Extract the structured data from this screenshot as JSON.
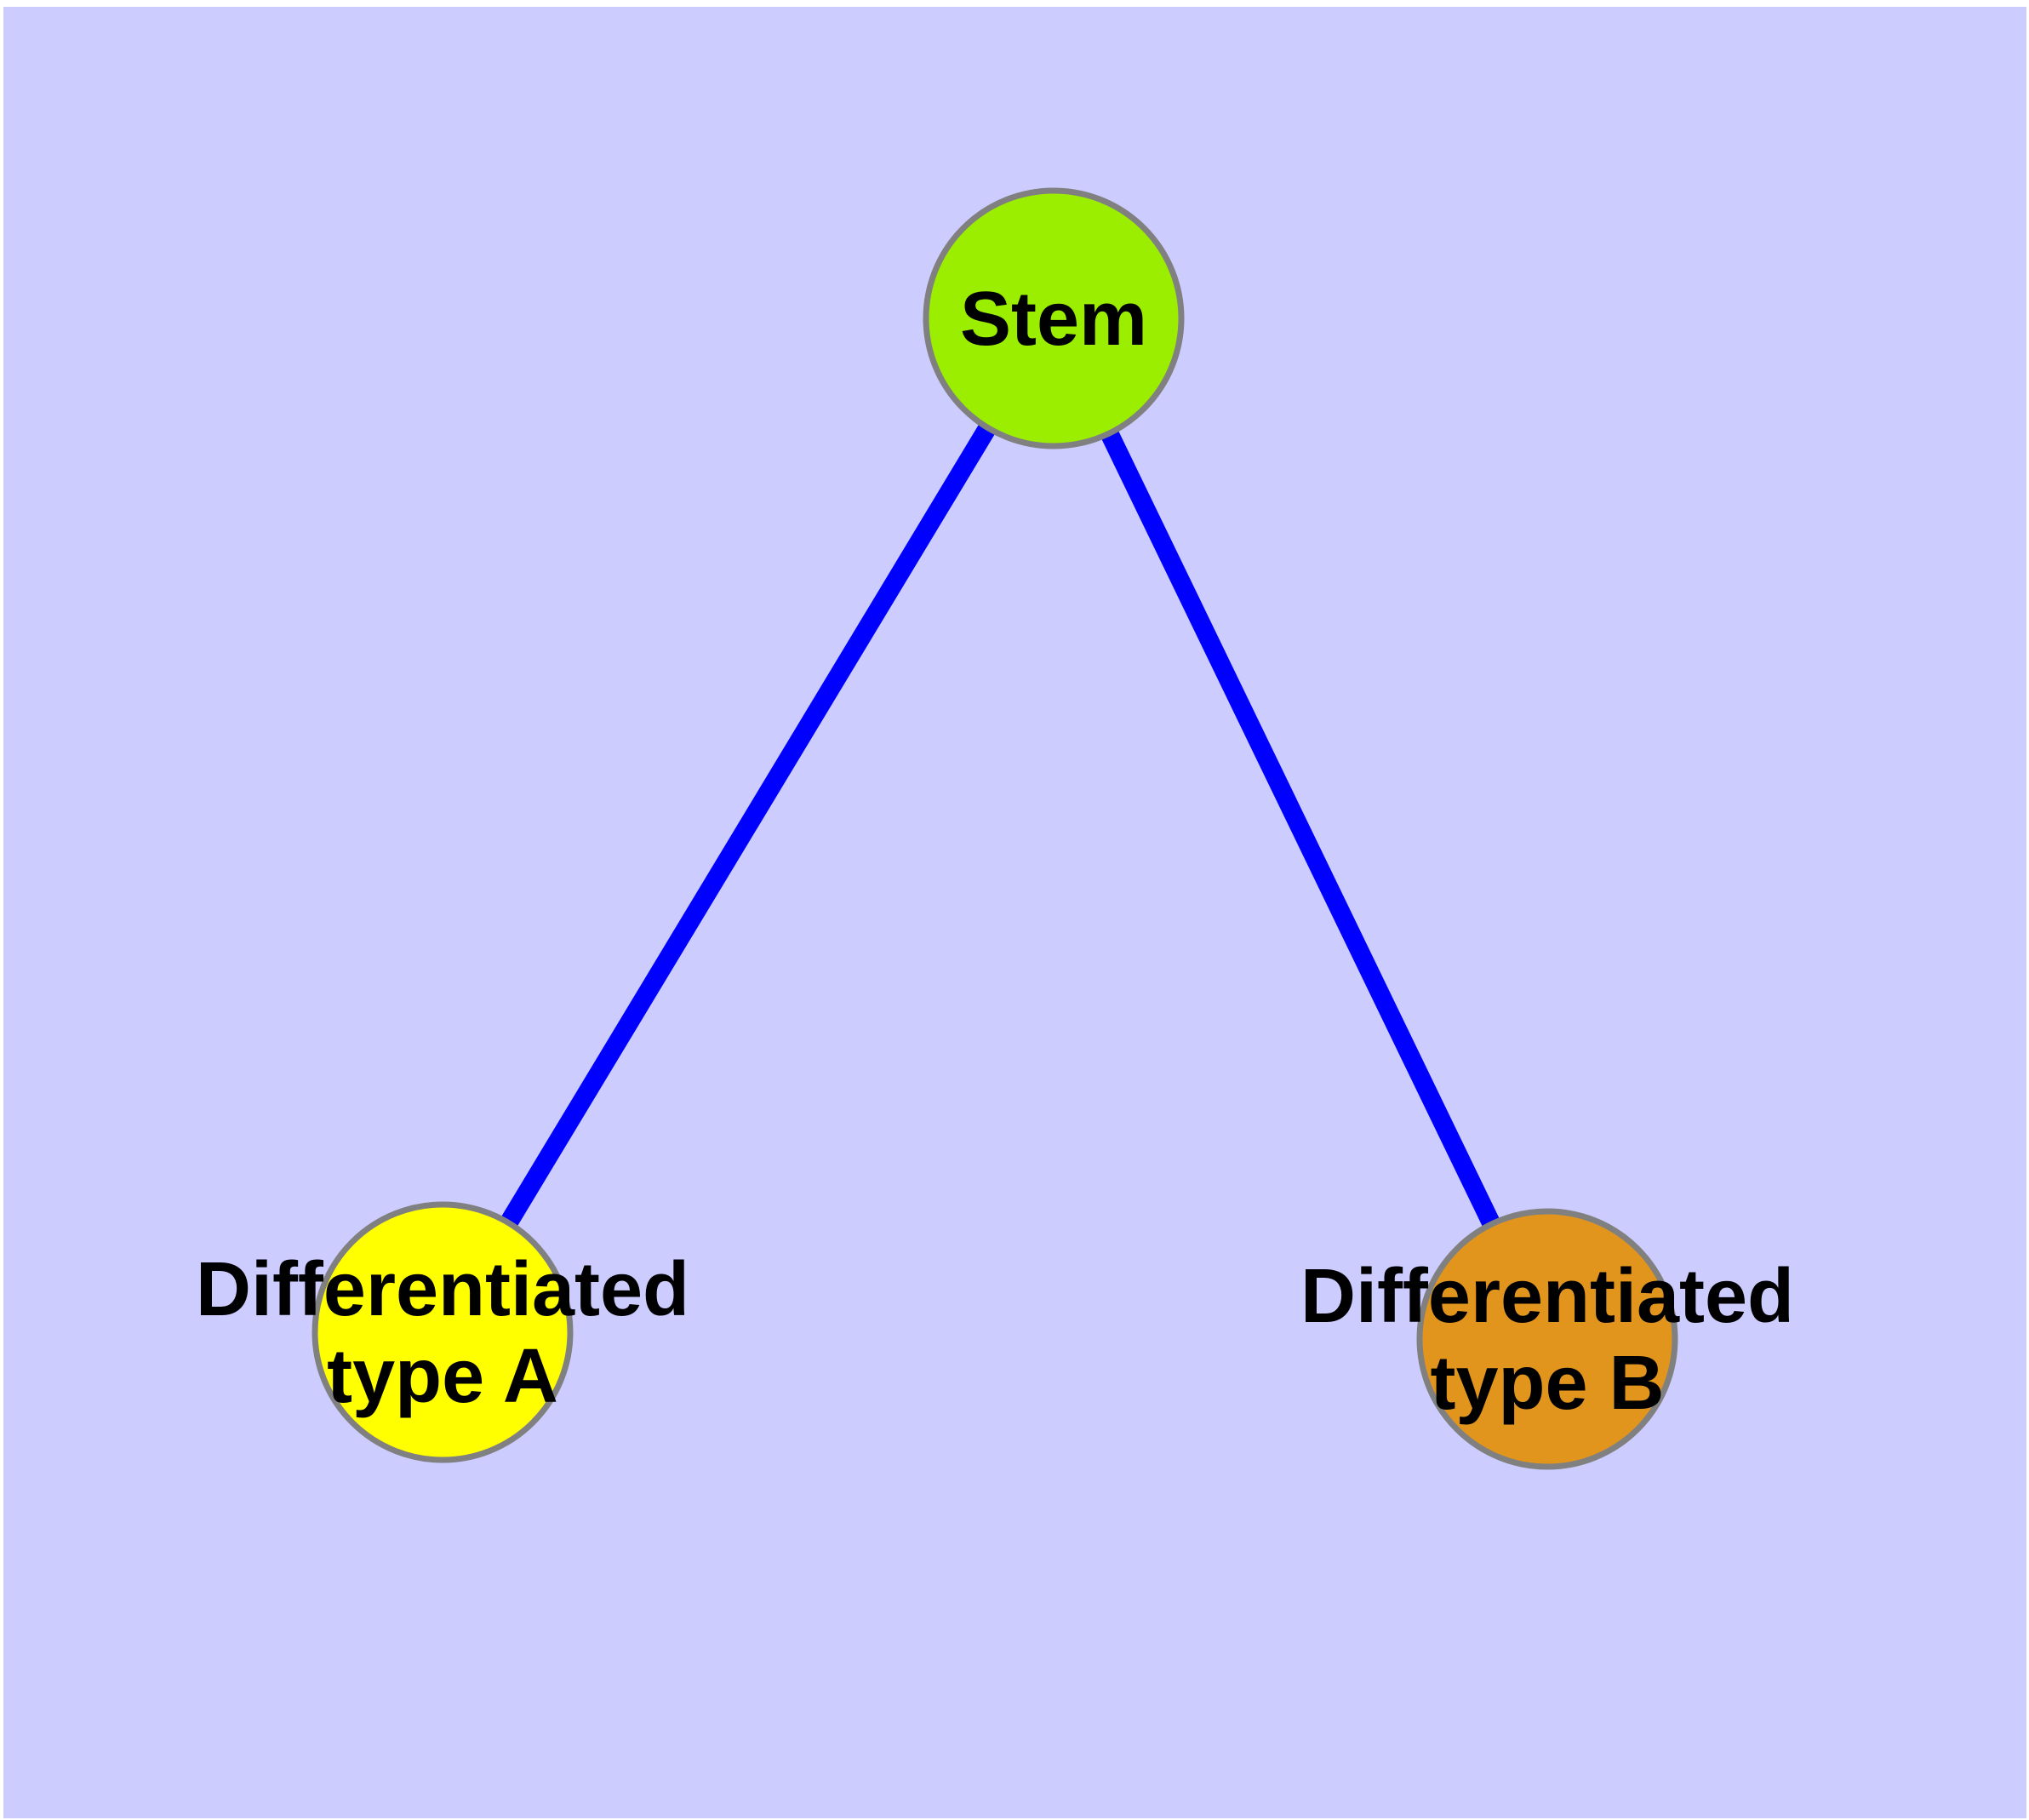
{
  "canvas": {
    "frame": "#FFFFFF",
    "background": "#CCCCFF",
    "node_border": "#808080"
  },
  "nodes": {
    "stem": {
      "label": "Stem",
      "fill": "#9BEE00"
    },
    "type_a": {
      "line1": "Differentiated",
      "line2": "type A",
      "fill": "#FFFF00"
    },
    "type_b": {
      "line1": "Differentiated",
      "line2": "type B",
      "fill": "#E2951D"
    }
  },
  "edges": {
    "color": "#0000FF",
    "list": [
      {
        "from": "Stem",
        "to": "Differentiated type A"
      },
      {
        "from": "Stem",
        "to": "Differentiated type B"
      }
    ]
  }
}
